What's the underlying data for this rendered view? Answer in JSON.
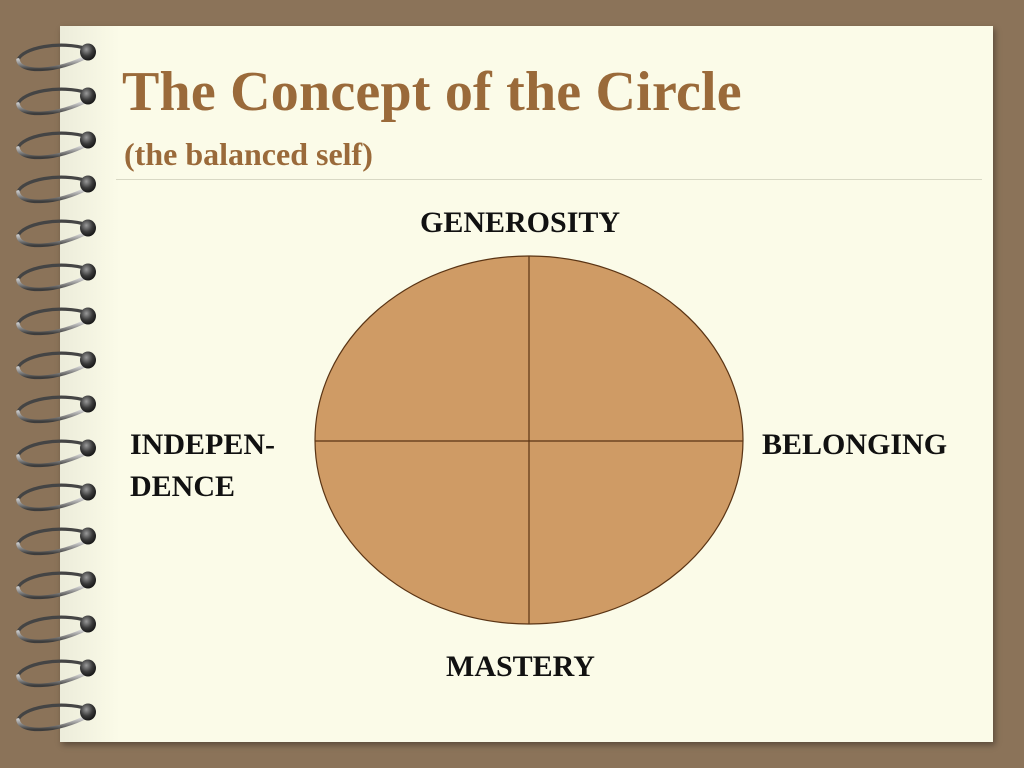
{
  "slide": {
    "title": "The Concept of the Circle",
    "subtitle": "(the balanced self)"
  },
  "diagram": {
    "top_label": "GENEROSITY",
    "bottom_label": "MASTERY",
    "right_label": "BELONGING",
    "left_label_line1": "INDEPEN-",
    "left_label_line2": "DENCE",
    "fill_color": "#cf9b65",
    "stroke_color": "#5a3414"
  },
  "colors": {
    "background": "#8b7359",
    "page": "#fbfbe8",
    "title": "#9a6a3a"
  },
  "decoration": {
    "binding_icon": "spiral-binding-icon",
    "ring_count": 16
  }
}
